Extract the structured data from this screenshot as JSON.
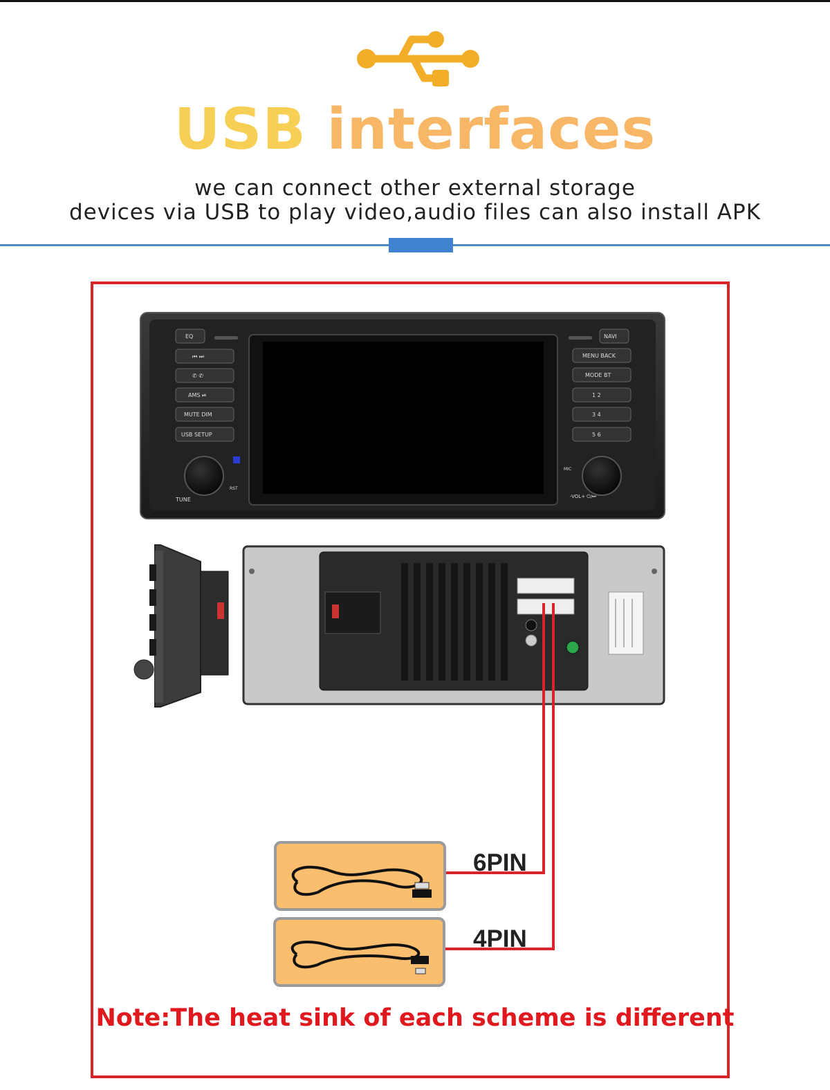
{
  "header": {
    "title_word1": "USB",
    "title_word2": "interfaces",
    "subtitle_line1": "we can connect other external storage",
    "subtitle_line2": "devices via USB to play video,audio files can also install APK"
  },
  "colors": {
    "title_yellow": "#f7cf54",
    "title_orange": "#f7b767",
    "usb_icon": "#f2ae29",
    "divider_blue": "#4b86c9",
    "frame_red": "#d8242a",
    "note_red": "#e0191e",
    "cable_box": "#fbbd6e"
  },
  "icons": {
    "usb": "usb-icon"
  },
  "radio": {
    "left_buttons": [
      "EQ",
      "⏮ ⏭",
      "✆ ✆",
      "AMS ⏯",
      "MUTE DIM",
      "USB SETUP"
    ],
    "right_buttons": [
      "NAVI",
      "MENU BACK",
      "MODE BT",
      "1 2",
      "3 4",
      "5 6"
    ],
    "left_knob_label": "TUNE",
    "rst_label": "RST",
    "mic_label": "MIC",
    "right_knob_label": "-VOL+ ⏻/⏭"
  },
  "cables": {
    "pin6": "6PIN",
    "pin4": "4PIN"
  },
  "note": "Note:The heat sink of each scheme is different"
}
